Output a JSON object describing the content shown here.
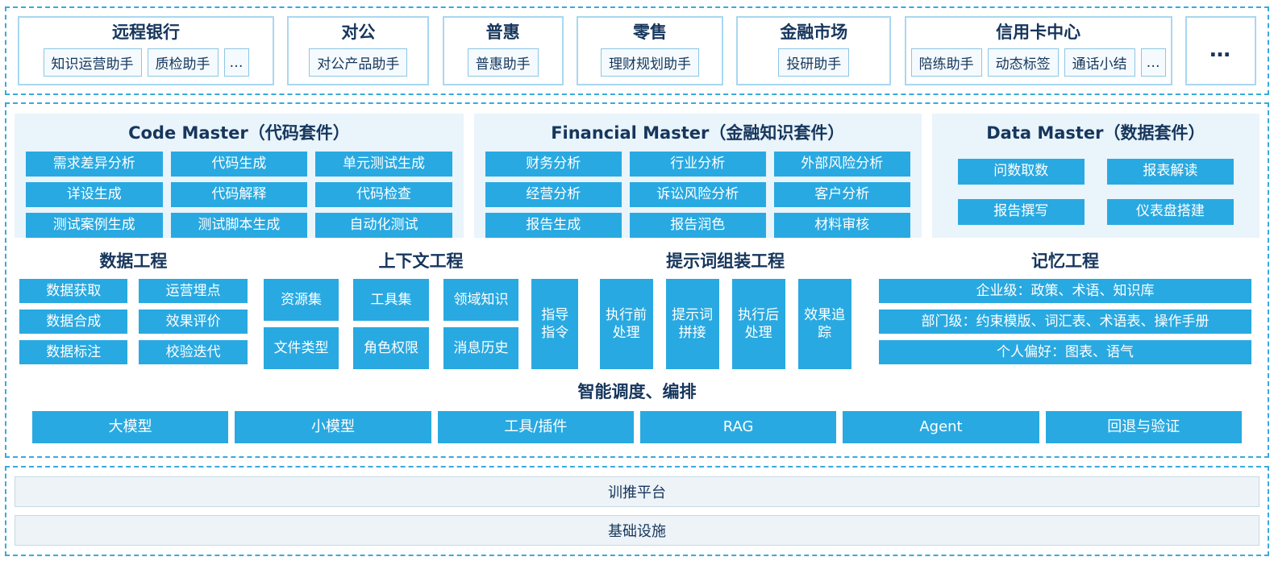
{
  "colors": {
    "accent_blue": "#29a9e1",
    "title_navy": "#16365c",
    "dashed_border": "#3aa9dc",
    "suite_panel_bg": "#e9f4fb",
    "platform_bar_bg": "#edf3f7"
  },
  "business_layer": {
    "groups": [
      {
        "title": "远程银行",
        "chips": [
          "知识运营助手",
          "质检助手",
          "…"
        ]
      },
      {
        "title": "对公",
        "chips": [
          "对公产品助手"
        ]
      },
      {
        "title": "普惠",
        "chips": [
          "普惠助手"
        ]
      },
      {
        "title": "零售",
        "chips": [
          "理财规划助手"
        ]
      },
      {
        "title": "金融市场",
        "chips": [
          "投研助手"
        ]
      },
      {
        "title": "信用卡中心",
        "chips": [
          "陪练助手",
          "动态标签",
          "通话小结",
          "…"
        ]
      }
    ],
    "more": "…"
  },
  "suites": [
    {
      "title": "Code Master（代码套件）",
      "items": [
        "需求差异分析",
        "代码生成",
        "单元测试生成",
        "详设生成",
        "代码解释",
        "代码检查",
        "测试案例生成",
        "测试脚本生成",
        "自动化测试"
      ]
    },
    {
      "title": "Financial Master（金融知识套件）",
      "items": [
        "财务分析",
        "行业分析",
        "外部风险分析",
        "经营分析",
        "诉讼风险分析",
        "客户分析",
        "报告生成",
        "报告润色",
        "材料审核"
      ]
    },
    {
      "title": "Data Master（数据套件）",
      "items": [
        "问数取数",
        "报表解读",
        "报告撰写",
        "仪表盘搭建"
      ]
    }
  ],
  "engineering": {
    "data_eng": {
      "title": "数据工程",
      "items": [
        "数据获取",
        "运营埋点",
        "数据合成",
        "效果评价",
        "数据标注",
        "校验迭代"
      ]
    },
    "context_eng": {
      "title": "上下文工程",
      "grid_items": [
        "资源集",
        "工具集",
        "领域知识",
        "文件类型",
        "角色权限",
        "消息历史"
      ],
      "tall_item": "指导指令"
    },
    "prompt_eng": {
      "title": "提示词组装工程",
      "items": [
        "执行前处理",
        "提示词拼接",
        "执行后处理",
        "效果追踪"
      ]
    },
    "memory_eng": {
      "title": "记忆工程",
      "items": [
        "企业级：政策、术语、知识库",
        "部门级：约束模版、词汇表、术语表、操作手册",
        "个人偏好：图表、语气"
      ]
    }
  },
  "orchestration": {
    "title": "智能调度、编排",
    "items": [
      "大模型",
      "小模型",
      "工具/插件",
      "RAG",
      "Agent",
      "回退与验证"
    ]
  },
  "platform_layers": [
    {
      "label": "训推平台"
    },
    {
      "label": "基础设施"
    }
  ]
}
